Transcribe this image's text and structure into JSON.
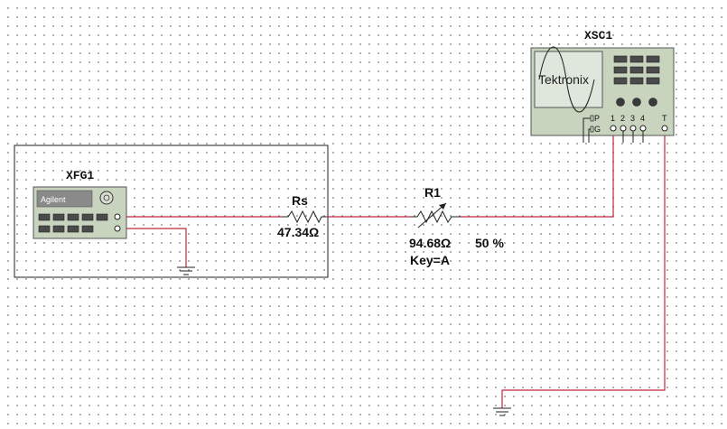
{
  "components": {
    "function_generator": {
      "refdes": "XFG1",
      "brand": "Agilent"
    },
    "oscilloscope": {
      "refdes": "XSC1",
      "brand": "Tektronix",
      "probe_labels": [
        "P",
        "G"
      ],
      "channel_labels": [
        "1",
        "2",
        "3",
        "4"
      ],
      "trigger_label": "T"
    },
    "rs": {
      "name": "Rs",
      "value": "47.34Ω"
    },
    "r1": {
      "name": "R1",
      "value": "94.68Ω",
      "setting": "50 %",
      "key": "Key=A"
    }
  },
  "colors": {
    "wire": "#c0283a",
    "device_body": "#c8d4be",
    "screen": "#dfe6dc"
  }
}
